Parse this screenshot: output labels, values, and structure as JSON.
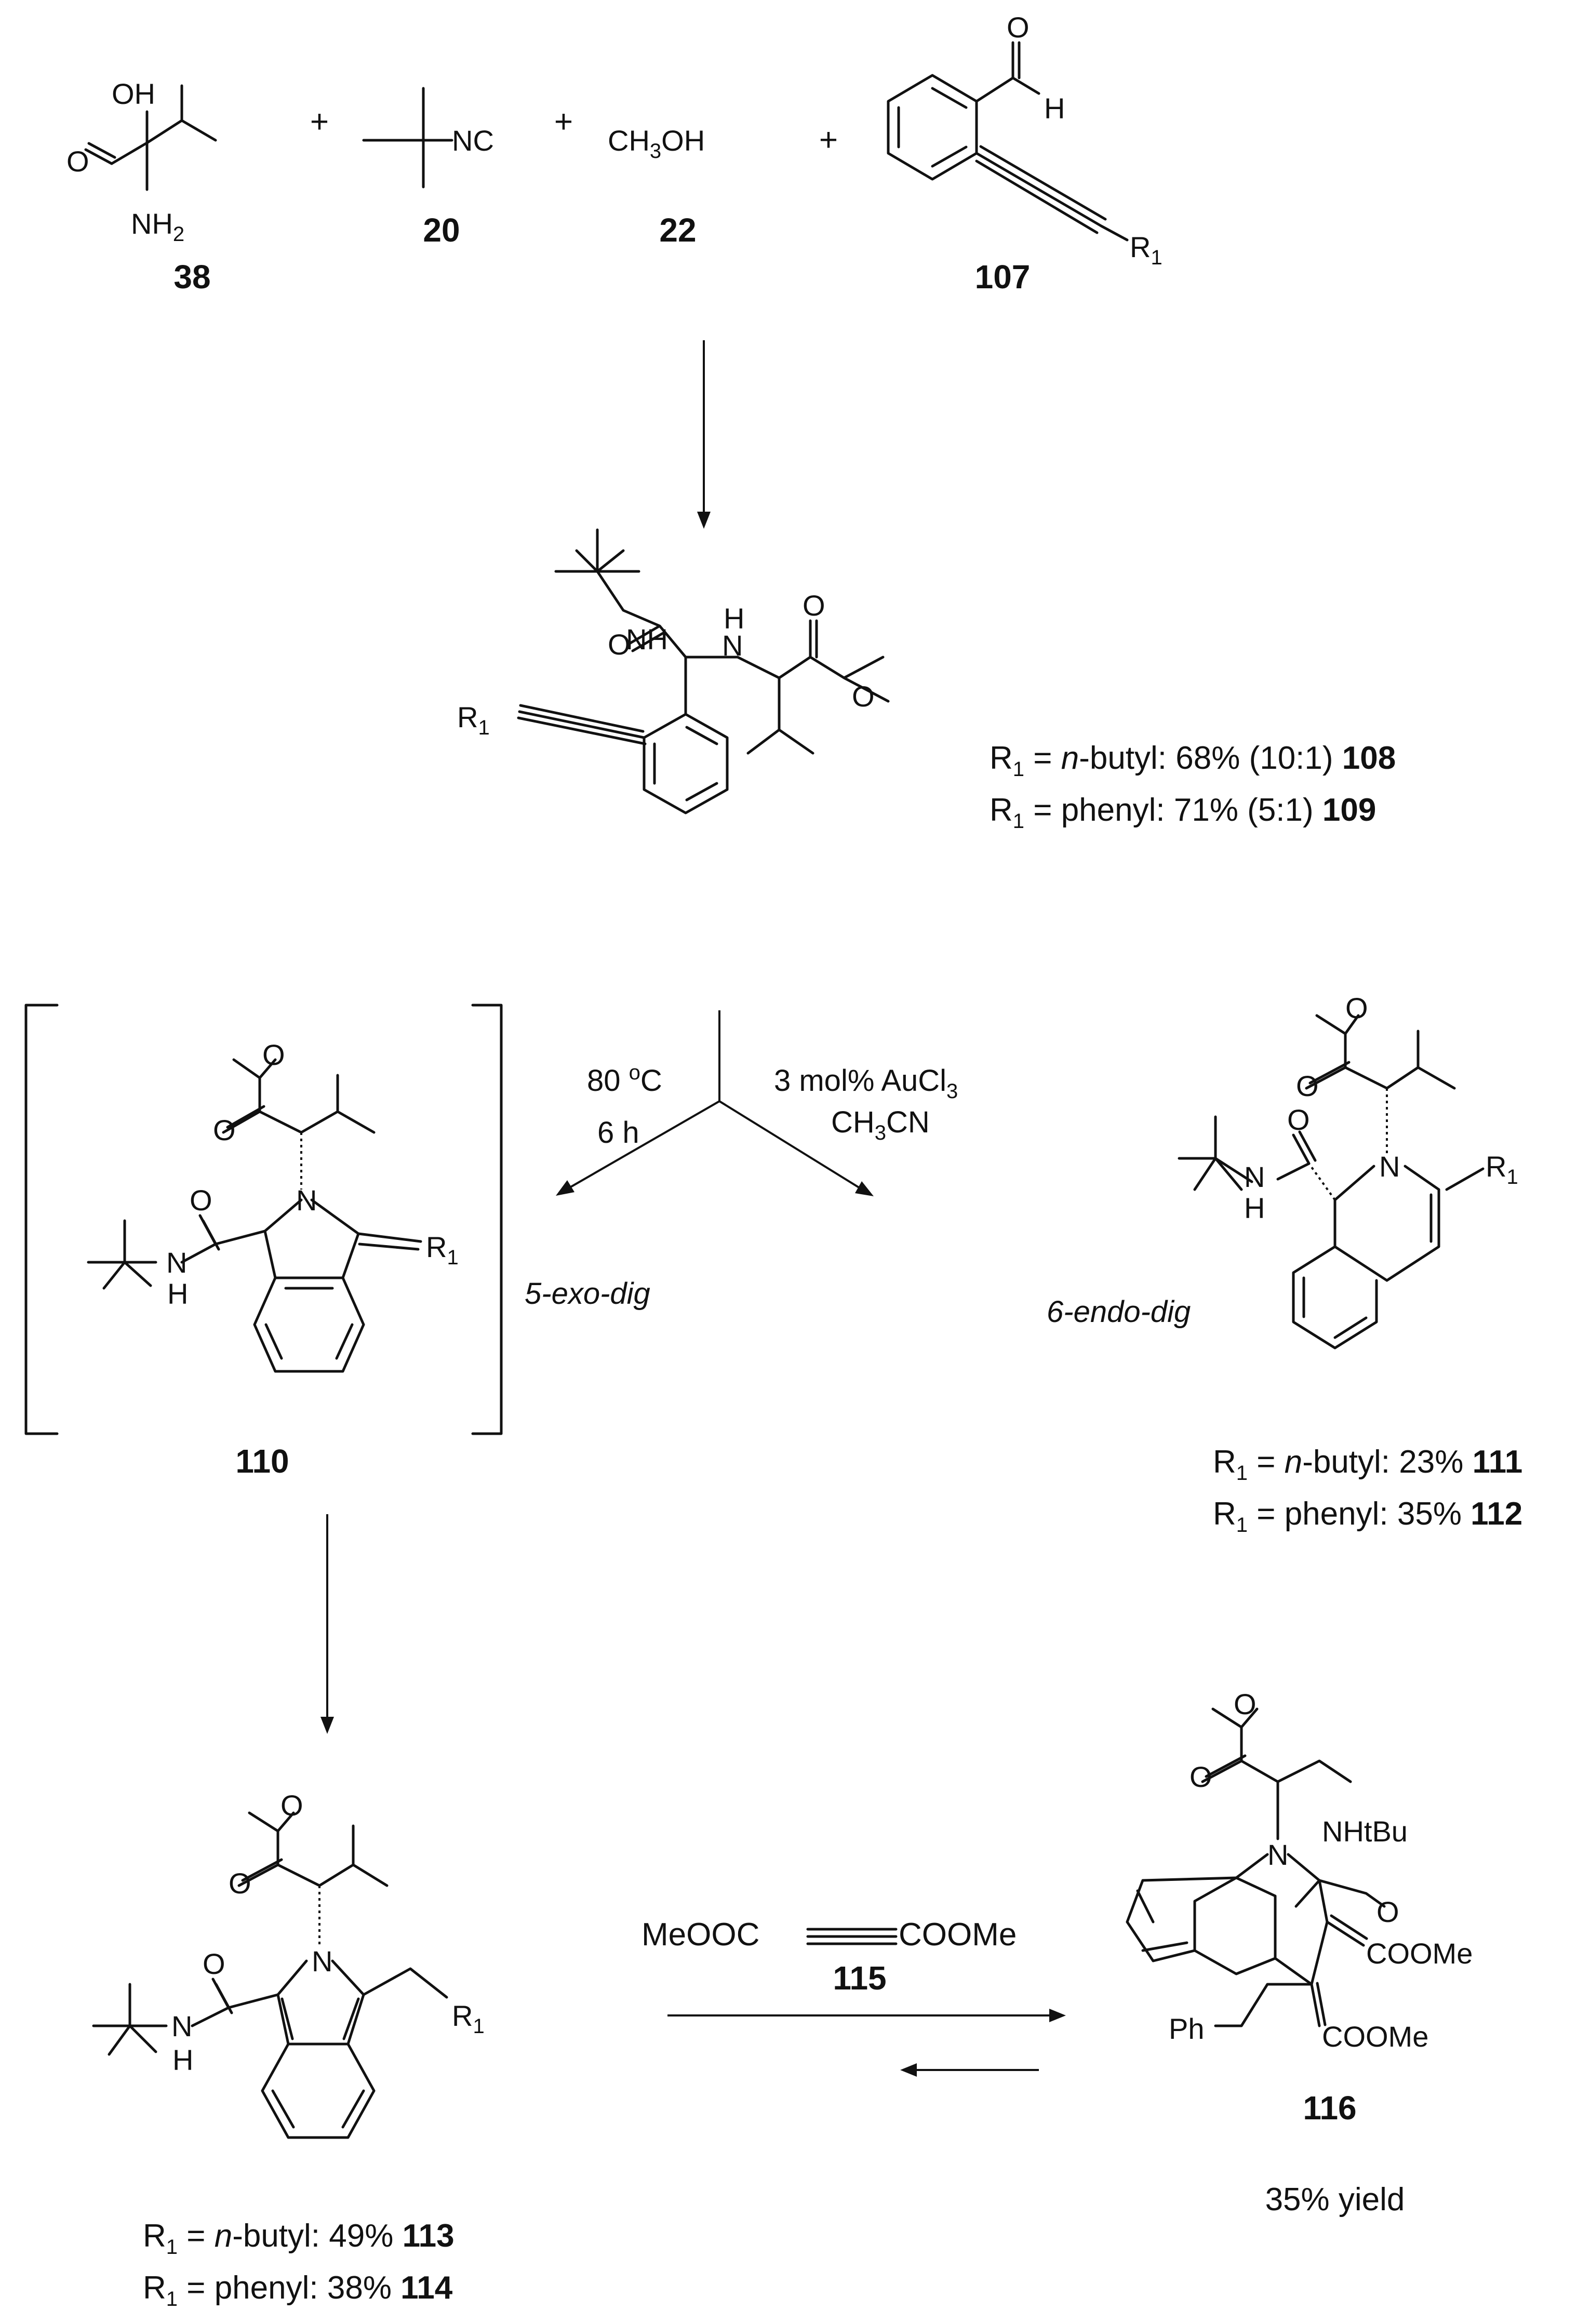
{
  "reactants": {
    "r38": {
      "label": "38",
      "atoms": {
        "oh": "OH",
        "o": "O",
        "nh": "NH",
        "nh_sub": "2"
      }
    },
    "plus": "+",
    "r20": {
      "label": "20",
      "group": "NC"
    },
    "r22": {
      "label": "22",
      "formula_a": "CH",
      "formula_sub": "3",
      "formula_b": "OH"
    },
    "r107": {
      "label": "107",
      "h": "H",
      "o": "O",
      "r": "R",
      "r_sub": "1"
    }
  },
  "ugi_product": {
    "atoms": {
      "nh": "NH",
      "n": "N",
      "h": "H",
      "o1": "O",
      "o2": "O",
      "o3": "O",
      "r": "R",
      "r_sub": "1"
    },
    "yield_lines": [
      {
        "r": "R",
        "sub": "1",
        "eq": " = ",
        "sub_name": "n",
        "name_rest": "-butyl: 68% (10:1) ",
        "cmp": "108"
      },
      {
        "r": "R",
        "sub": "1",
        "eq": " = ",
        "sub_name": "",
        "name_rest": "phenyl: 71% (5:1) ",
        "cmp": "109"
      }
    ]
  },
  "branch_conditions": {
    "thermal": {
      "line1_a": "80 ",
      "line1_sup": "o",
      "line1_b": "C",
      "line2": "6 h"
    },
    "gold": {
      "line1_a": "3 mol% AuCl",
      "line1_sub": "3",
      "line2_a": "CH",
      "line2_sub": "3",
      "line2_b": "CN"
    },
    "exo": "5-exo-dig",
    "endo": "6-endo-dig"
  },
  "intermediate_110": {
    "label": "110",
    "atoms": {
      "o1": "O",
      "o2": "O",
      "o3": "O",
      "n": "N",
      "nh": "N",
      "h": "H",
      "r": "R",
      "r_sub": "1"
    }
  },
  "isoquinoline": {
    "atoms": {
      "o1": "O",
      "o2": "O",
      "o3": "O",
      "n": "N",
      "nh": "N",
      "h": "H",
      "r": "R",
      "r_sub": "1"
    },
    "yield_lines": [
      {
        "r": "R",
        "sub": "1",
        "eq": " = ",
        "sub_name": "n",
        "name_rest": "-butyl: 23% ",
        "cmp": "111"
      },
      {
        "r": "R",
        "sub": "1",
        "eq": " = ",
        "sub_name": "",
        "name_rest": "phenyl: 35% ",
        "cmp": "112"
      }
    ]
  },
  "isoindole": {
    "atoms": {
      "o1": "O",
      "o2": "O",
      "o3": "O",
      "n": "N",
      "nh": "N",
      "h": "H",
      "r": "R",
      "r_sub": "1"
    },
    "yield_lines": [
      {
        "r": "R",
        "sub": "1",
        "eq": " = ",
        "sub_name": "n",
        "name_rest": "-butyl: 49% ",
        "cmp": "113"
      },
      {
        "r": "R",
        "sub": "1",
        "eq": " = ",
        "sub_name": "",
        "name_rest": "phenyl: 38% ",
        "cmp": "114"
      }
    ]
  },
  "dienophile_115": {
    "left": "MeOOC",
    "right": "COOMe",
    "label": "115"
  },
  "adduct_116": {
    "label": "116",
    "yield": "35% yield",
    "atoms": {
      "o1": "O",
      "o2": "O",
      "o3": "O",
      "n": "N",
      "nhtbu": "NHtBu",
      "coome1": "COOMe",
      "coome2": "COOMe",
      "ph": "Ph"
    }
  }
}
